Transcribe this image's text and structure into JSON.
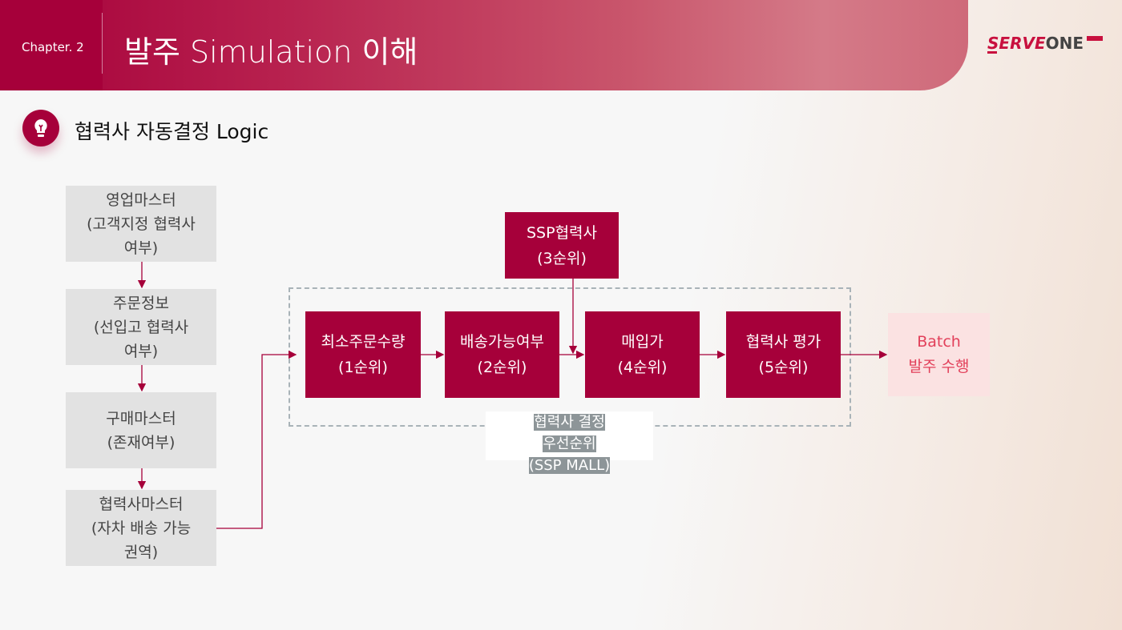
{
  "header": {
    "chapter": "Chapter. 2",
    "title": "발주 Simulation 이해",
    "logo": {
      "part1": "SERVE",
      "part2": "ONE"
    }
  },
  "section": {
    "title": "협력사 자동결정 Logic",
    "icon": "lightbulb-icon"
  },
  "sources": [
    "영업마스터\n(고객지정 협력사\n여부)",
    "주문정보\n(선입고 협력사\n여부)",
    "구매마스터\n(존재여부)",
    "협력사마스터\n(자차 배송 가능\n권역)"
  ],
  "steps": [
    "최소주문수량\n(1순위)",
    "배송가능여부\n(2순위)",
    "매입가\n(4순위)",
    "협력사 평가\n(5순위)"
  ],
  "ssp": "SSP협력사\n(3순위)",
  "batch": "Batch\n발주 수행",
  "group_label": [
    "협력사 결정",
    "우선순위",
    "(SSP MALL)"
  ],
  "colors": {
    "brand": "#a6003a",
    "source_box": "#e2e2e2",
    "batch_bg": "#fbe2e2"
  }
}
